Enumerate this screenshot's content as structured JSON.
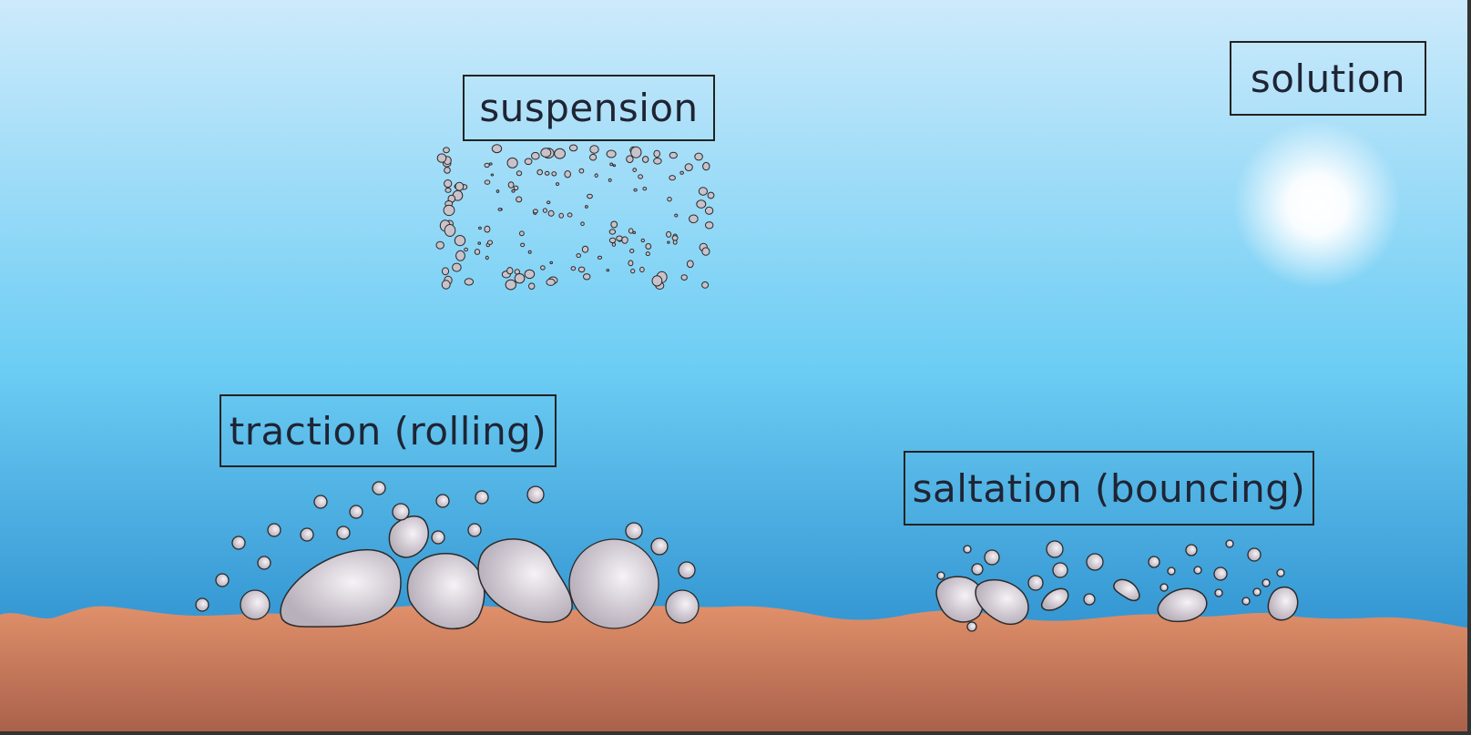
{
  "labels": {
    "suspension": "suspension",
    "solution": "solution",
    "traction": "traction (rolling)",
    "saltation": "saltation (bouncing)"
  },
  "colors": {
    "water_top": "#cdeafb",
    "water_mid": "#6ccdf4",
    "water_bottom": "#1c7fc4",
    "sediment_top": "#e0906a",
    "sediment_bottom": "#a8604a",
    "particle_fill": "#c9c2cb",
    "particle_highlight": "#f6f2f6",
    "particle_stroke": "#2b2b2b",
    "label_border": "#222222",
    "label_text": "#1f2433",
    "glow": "#ffffff"
  }
}
